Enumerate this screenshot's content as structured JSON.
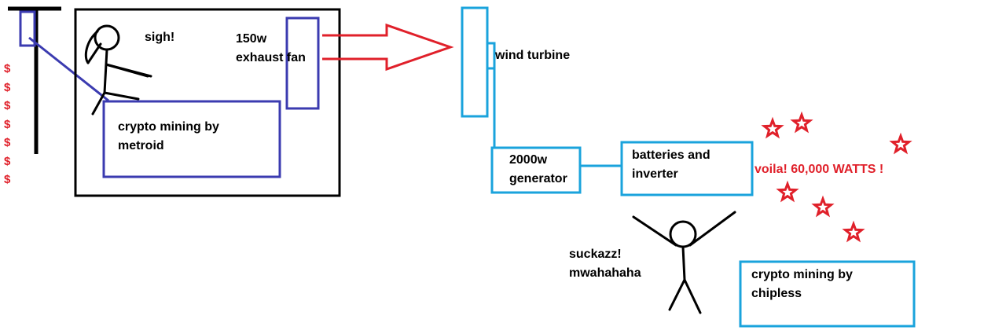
{
  "colors": {
    "black": "#000000",
    "navy_blue": "#3b3bb0",
    "cyan_blue": "#1aa3dc",
    "red": "#e0202a"
  },
  "labels": {
    "sigh": "sigh!",
    "exhaust_fan": "150w\nexhaust fan",
    "crypto_metroid": "crypto mining by\nmetroid",
    "wind_turbine": "wind turbine",
    "generator": "2000w\ngenerator",
    "batteries": "batteries and\ninverter",
    "voila": "voila! 60,000 WATTS !",
    "suckazz": "suckazz!\nmwahahaha",
    "crypto_chipless": "crypto mining by\nchipless"
  },
  "dollar_signs": [
    "$",
    "$",
    "$",
    "$",
    "$",
    "$",
    "$"
  ],
  "icons": {
    "arrow": "arrow-right-icon",
    "star": "star-icon",
    "person": "stick-figure-icon",
    "pole": "utility-pole-icon"
  }
}
